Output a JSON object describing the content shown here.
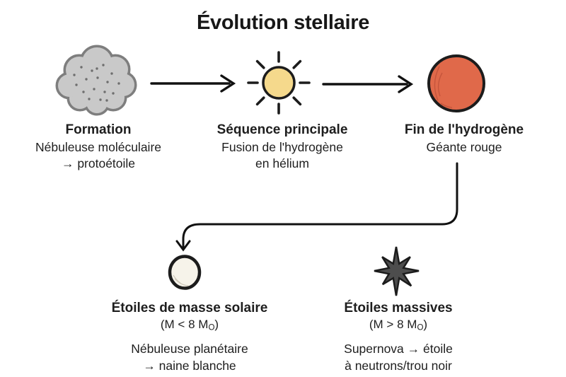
{
  "title": "Évolution stellaire",
  "colors": {
    "text": "#1e1e1e",
    "arrow": "#111111",
    "outline": "#1c1c1c",
    "cloud_fill": "#c9c9c9",
    "cloud_stroke": "#7e7e7e",
    "cloud_speckle": "#6e6e6e",
    "sun_fill": "#f5d98c",
    "red_giant_fill": "#e0694a",
    "red_giant_shade": "#bc4f38",
    "white_dwarf_fill": "#f6f3ea",
    "white_dwarf_shade": "#c9c3b4",
    "supernova_fill": "#4d4d4d"
  },
  "stages": [
    {
      "icon": "molecular-cloud-icon",
      "heading": "Formation",
      "lines": [
        "Nébuleuse moléculaire",
        "→ protoétoile"
      ]
    },
    {
      "icon": "sun-icon",
      "heading": "Séquence principale",
      "lines": [
        "Fusion de l'hydrogène",
        "en hélium"
      ]
    },
    {
      "icon": "red-giant-icon",
      "heading": "Fin de l'hydrogène",
      "lines": [
        "Géante rouge"
      ]
    }
  ],
  "outcomes": [
    {
      "icon": "white-dwarf-icon",
      "heading": "Étoiles de masse solaire",
      "mass_prefix": "(M < 8 M",
      "mass_sub": "O",
      "mass_suffix": ")",
      "lines": [
        "Nébuleuse planétaire",
        "→ naine blanche"
      ]
    },
    {
      "icon": "supernova-icon",
      "heading": "Étoiles massives",
      "mass_prefix": "(M > 8 M",
      "mass_sub": "O",
      "mass_suffix": ")",
      "lines": [
        "Supernova → étoile",
        "à neutrons/trou noir"
      ]
    }
  ]
}
